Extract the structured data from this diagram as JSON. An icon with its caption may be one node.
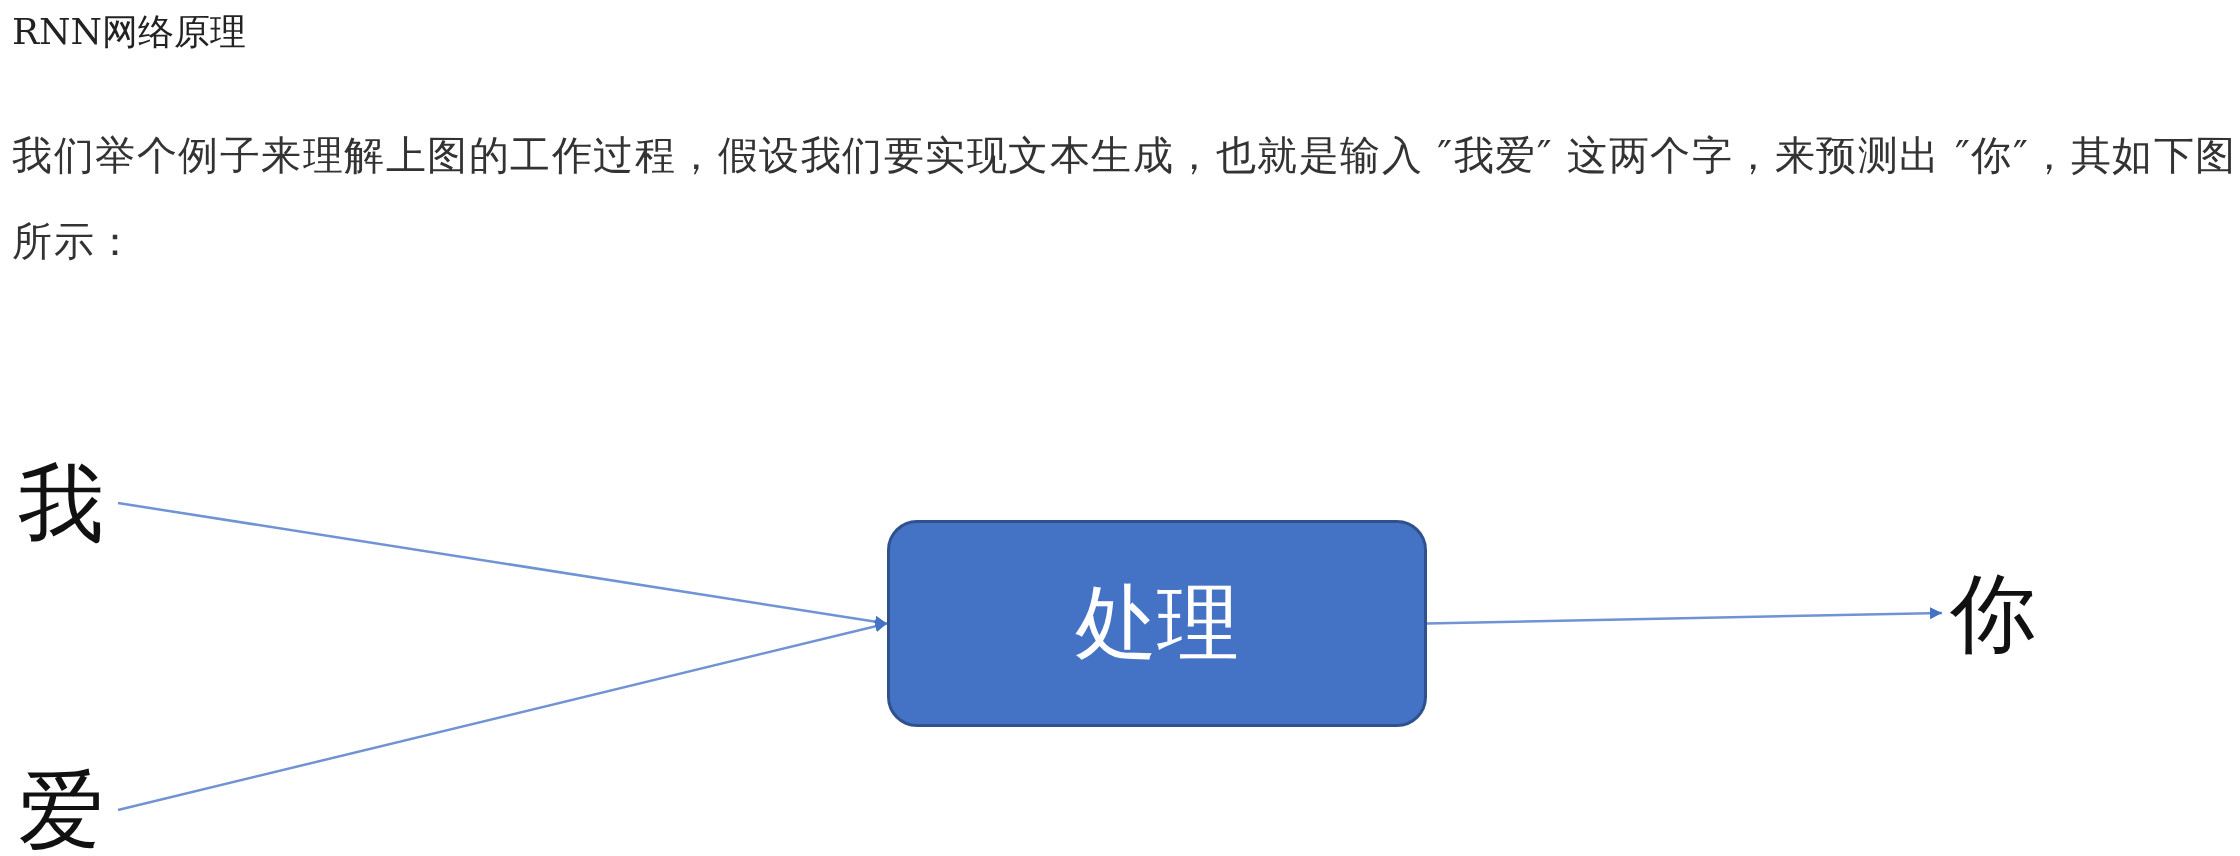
{
  "diagram": {
    "title": "RNN网络原理",
    "nodes": [
      {
        "text": [
          "我"
        ]
      },
      {
        "text": [
          "爱"
        ]
      },
      {
        "text": [
          "处理"
        ]
      },
      {
        "text": [
          "你"
        ]
      }
    ],
    "edges": [
      {
        "from": 0,
        "to": 2,
        "arrow": "to"
      },
      {
        "from": 1,
        "to": 2,
        "arrow": "to"
      },
      {
        "from": 2,
        "to": 3,
        "arrow": "to"
      }
    ],
    "labels": [
      "我们举个例子来理解上图的工作过程，假设我们要实现文本生成，也就是输入 ″我爱″ 这两个字，来预测出 ″你″，其如下图所示："
    ]
  }
}
